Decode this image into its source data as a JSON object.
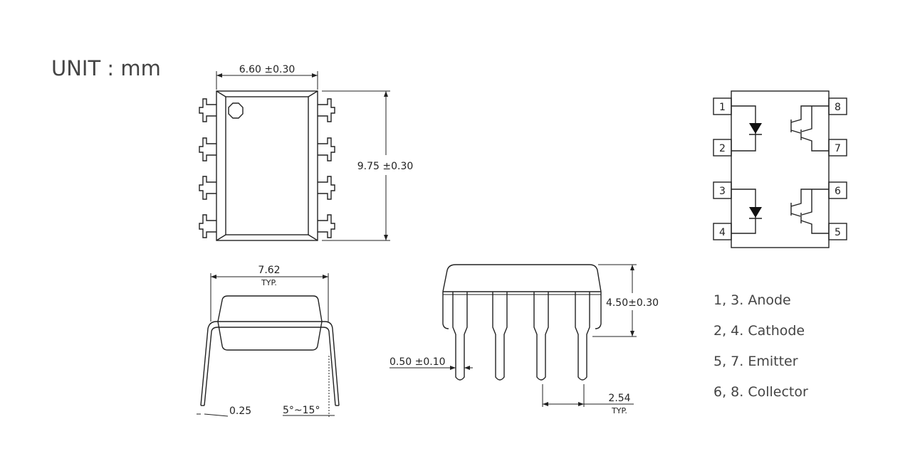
{
  "unit_label": "UNIT : mm",
  "top_view": {
    "width_dim": "6.60 ±0.30",
    "length_dim": "9.75 ±0.30"
  },
  "side_view": {
    "pitch_dim": "7.62",
    "pitch_note": "TYP.",
    "lead_thickness": "0.25",
    "lead_angle": "5°~15°"
  },
  "front_view": {
    "height_dim": "4.50±0.30",
    "lead_width_dim": "0.50 ±0.10",
    "lead_pitch_dim": "2.54",
    "lead_pitch_note": "TYP."
  },
  "schematic": {
    "pins": [
      "1",
      "2",
      "3",
      "4",
      "5",
      "6",
      "7",
      "8"
    ]
  },
  "legend": [
    "1, 3. Anode",
    "2, 4. Cathode",
    "5, 7. Emitter",
    "6, 8. Collector"
  ]
}
